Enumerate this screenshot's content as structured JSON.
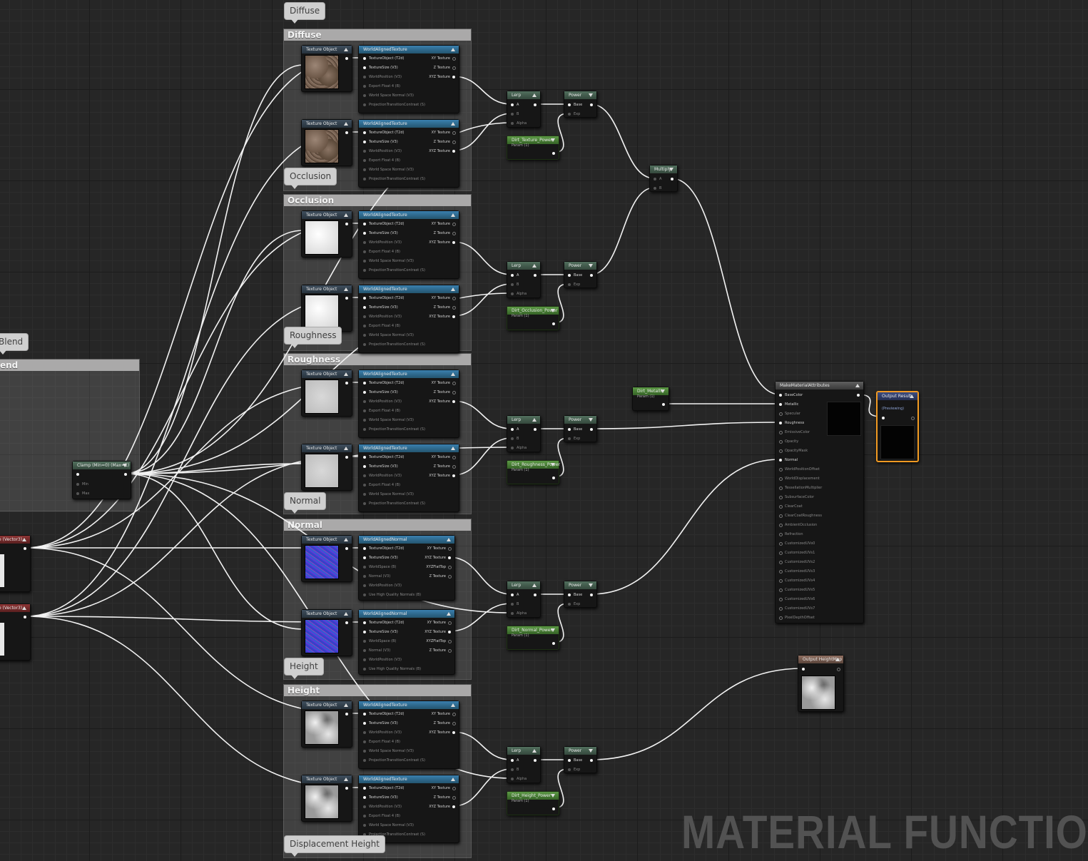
{
  "comments": [
    {
      "id": "diffuse",
      "title": "Diffuse",
      "bubble": "Diffuse"
    },
    {
      "id": "occlusion",
      "title": "Occlusion",
      "bubble": "Occlusion"
    },
    {
      "id": "roughness",
      "title": "Roughness",
      "bubble": "Roughness"
    },
    {
      "id": "normal",
      "title": "Normal",
      "bubble": "Normal"
    },
    {
      "id": "height",
      "title": "Height",
      "bubble": "Height"
    },
    {
      "id": "blend",
      "title": "end",
      "bubble": "Blend"
    },
    {
      "id": "displacement",
      "title": "",
      "bubble": "Displacement Height"
    }
  ],
  "texture_node_title": "Texture Object",
  "world_aligned_texture": {
    "title": "WorldAlignedTexture",
    "inputs": [
      "TextureObject (T2d)",
      "TextureSize (V3)",
      "WorldPosition (V3)",
      "Export Float 4 (B)",
      "World Space Normal (V3)",
      "ProjectionTransitionContrast (S)"
    ],
    "outputs": [
      "XY Texture",
      "Z Texture",
      "XYZ Texture"
    ]
  },
  "world_aligned_normal": {
    "title": "WorldAlignedNormal",
    "inputs": [
      "TextureObject (T2d)",
      "TextureSize (V3)",
      "WorldSpace (B)",
      "Normal (V3)",
      "WorldPosition (V3)",
      "Use High Quality Normals (B)"
    ],
    "outputs": [
      "XY Texture",
      "XYZ Texture",
      "XYZFlatTop",
      "Z Texture"
    ]
  },
  "lerp": {
    "title": "Lerp",
    "inputs": [
      "A",
      "B",
      "Alpha"
    ]
  },
  "power": {
    "title": "Power",
    "inputs": [
      "Base",
      "Exp"
    ]
  },
  "multiply": {
    "title": "Multiply",
    "inputs": [
      "A",
      "B"
    ]
  },
  "params": {
    "texture_power": "Dirt_Texture_Power",
    "occlusion_power": "Dirt_Occlusion_Power",
    "roughness_power": "Dirt_Roughness_Power",
    "normal_power": "Dirt_Normal_Power",
    "height_power": "Dirt_Height_Power",
    "metallic": "Dirt_Metallic",
    "param_sub": "Param (1)"
  },
  "clamp": {
    "title": "Clamp (Min=0) (Max=1)",
    "inputs": [
      "Min",
      "Max"
    ]
  },
  "vector_nodes": [
    "e (Vector3)",
    "e (Vector3)"
  ],
  "make_material_attributes": {
    "title": "MakeMaterialAttributes",
    "inputs": [
      "BaseColor",
      "Metallic",
      "Specular",
      "Roughness",
      "EmissiveColor",
      "Opacity",
      "OpacityMask",
      "Normal",
      "WorldPositionOffset",
      "WorldDisplacement",
      "TessellationMultiplier",
      "SubsurfaceColor",
      "ClearCoat",
      "ClearCoatRoughness",
      "AmbientOcclusion",
      "Refraction",
      "CustomizedUVs0",
      "CustomizedUVs1",
      "CustomizedUVs2",
      "CustomizedUVs3",
      "CustomizedUVs4",
      "CustomizedUVs5",
      "CustomizedUVs6",
      "CustomizedUVs7",
      "PixelDepthOffset"
    ]
  },
  "output_result": {
    "title": "Output Result",
    "sub": "(Previewing)"
  },
  "output_heightmap": {
    "title": "Output HeightMap"
  },
  "watermark": "MATERIAL FUNCTIO"
}
